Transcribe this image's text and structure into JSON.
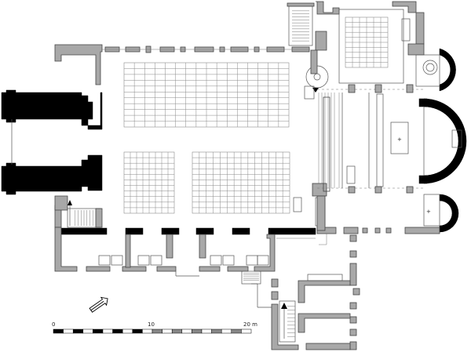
{
  "scale": {
    "labels": [
      "0",
      "10",
      "20 m"
    ],
    "max_m": 20,
    "segments": 20
  },
  "pews": {
    "nave_north": {
      "cols": 16,
      "rows": 11
    },
    "nave_sw": {
      "cols": 8,
      "rows": 11
    },
    "nave_se": {
      "cols": 14,
      "rows": 11
    },
    "choir": {
      "cols": 6,
      "rows": 10
    }
  },
  "symbols": {
    "north_arrow": "north-arrow-icon",
    "altar_cross": "+"
  }
}
